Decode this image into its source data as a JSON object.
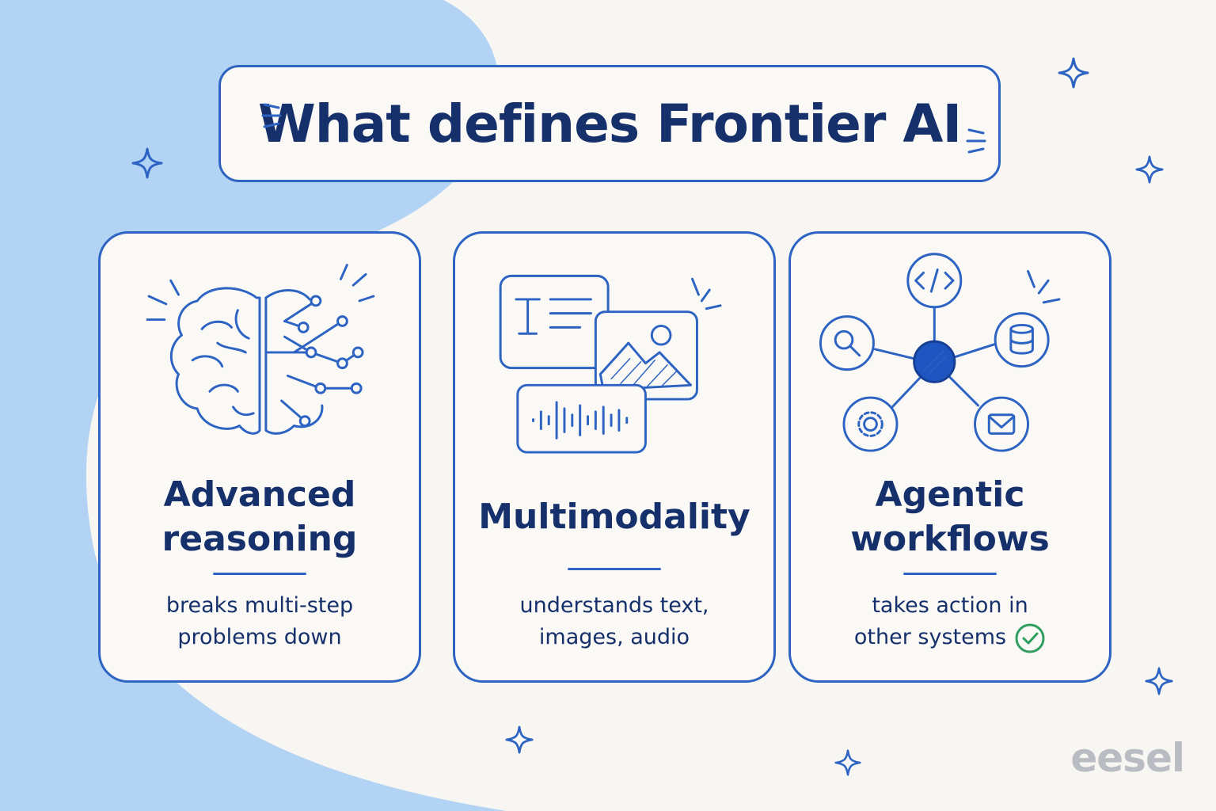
{
  "title": "What defines Frontier AI",
  "cards": [
    {
      "title_lines": [
        "Advanced",
        "reasoning"
      ],
      "desc_lines": [
        "breaks multi-step",
        "problems down"
      ],
      "icon": "brain-circuit-icon"
    },
    {
      "title_lines": [
        "Multimodality"
      ],
      "desc_lines": [
        "understands text,",
        "images, audio"
      ],
      "icon": "media-stack-icon"
    },
    {
      "title_lines": [
        "Agentic",
        "workflows"
      ],
      "desc_lines": [
        "takes action in",
        "other systems"
      ],
      "icon": "hub-network-icon"
    }
  ],
  "brand": "eesel",
  "colors": {
    "stroke": "#2d63c2",
    "text": "#15306b",
    "background": "#f8f6f2",
    "blob": "#b3d3f4",
    "check": "#2e9e5e",
    "brand": "#b9bcc2"
  }
}
